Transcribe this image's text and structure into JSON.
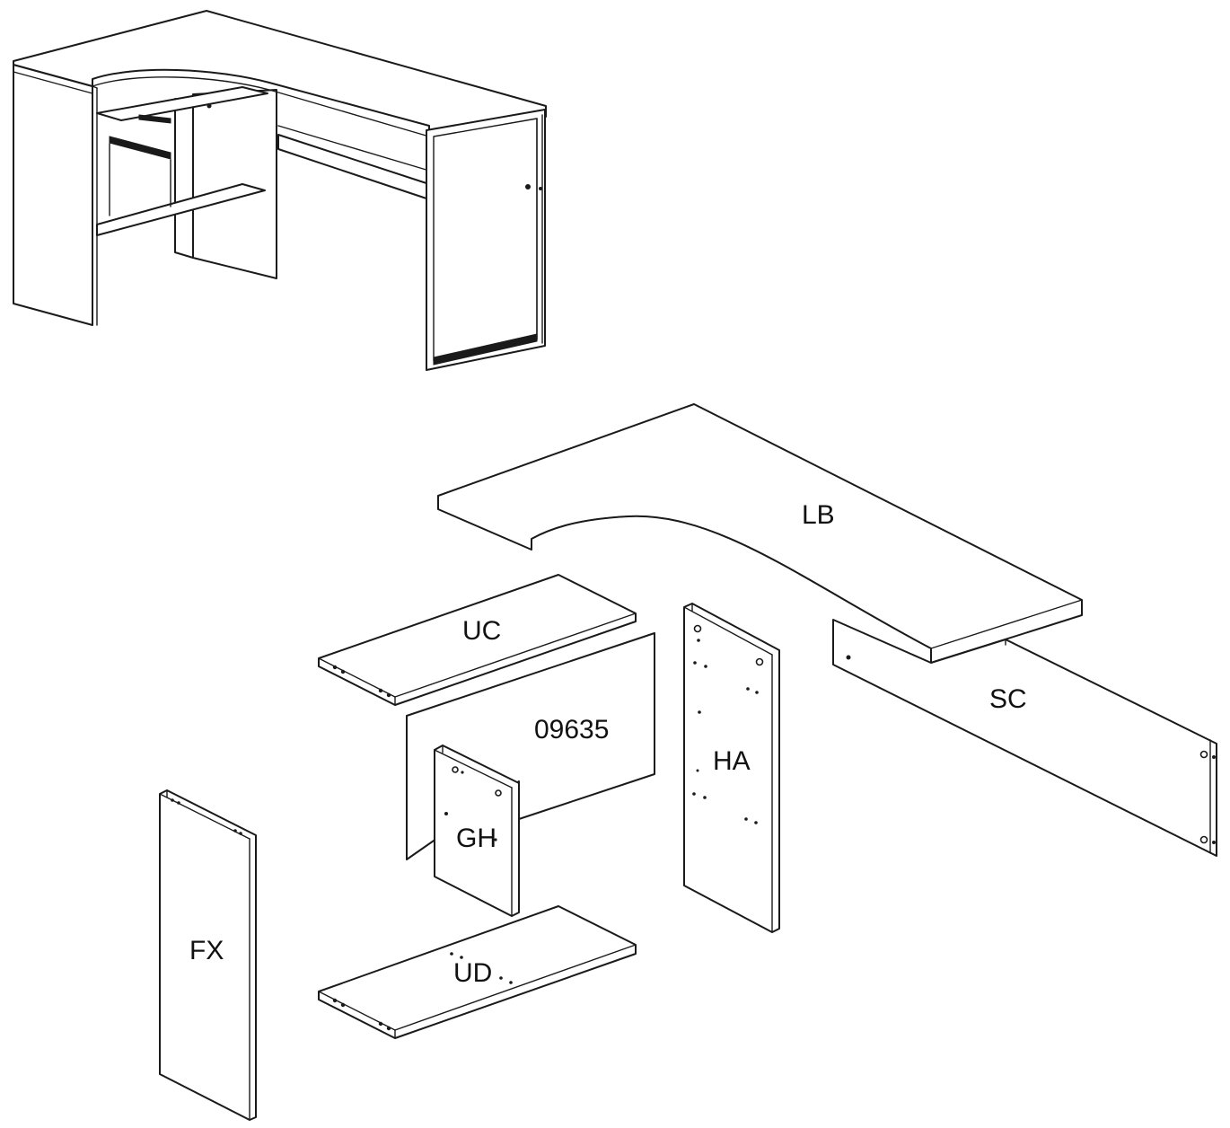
{
  "parts": {
    "LB": "LB",
    "UC": "UC",
    "panel_code": "09635",
    "HA": "HA",
    "SC": "SC",
    "GH": "GH",
    "FX": "FX",
    "UD": "UD"
  },
  "colors": {
    "line": "#1a1a1a",
    "fill": "#ffffff"
  }
}
